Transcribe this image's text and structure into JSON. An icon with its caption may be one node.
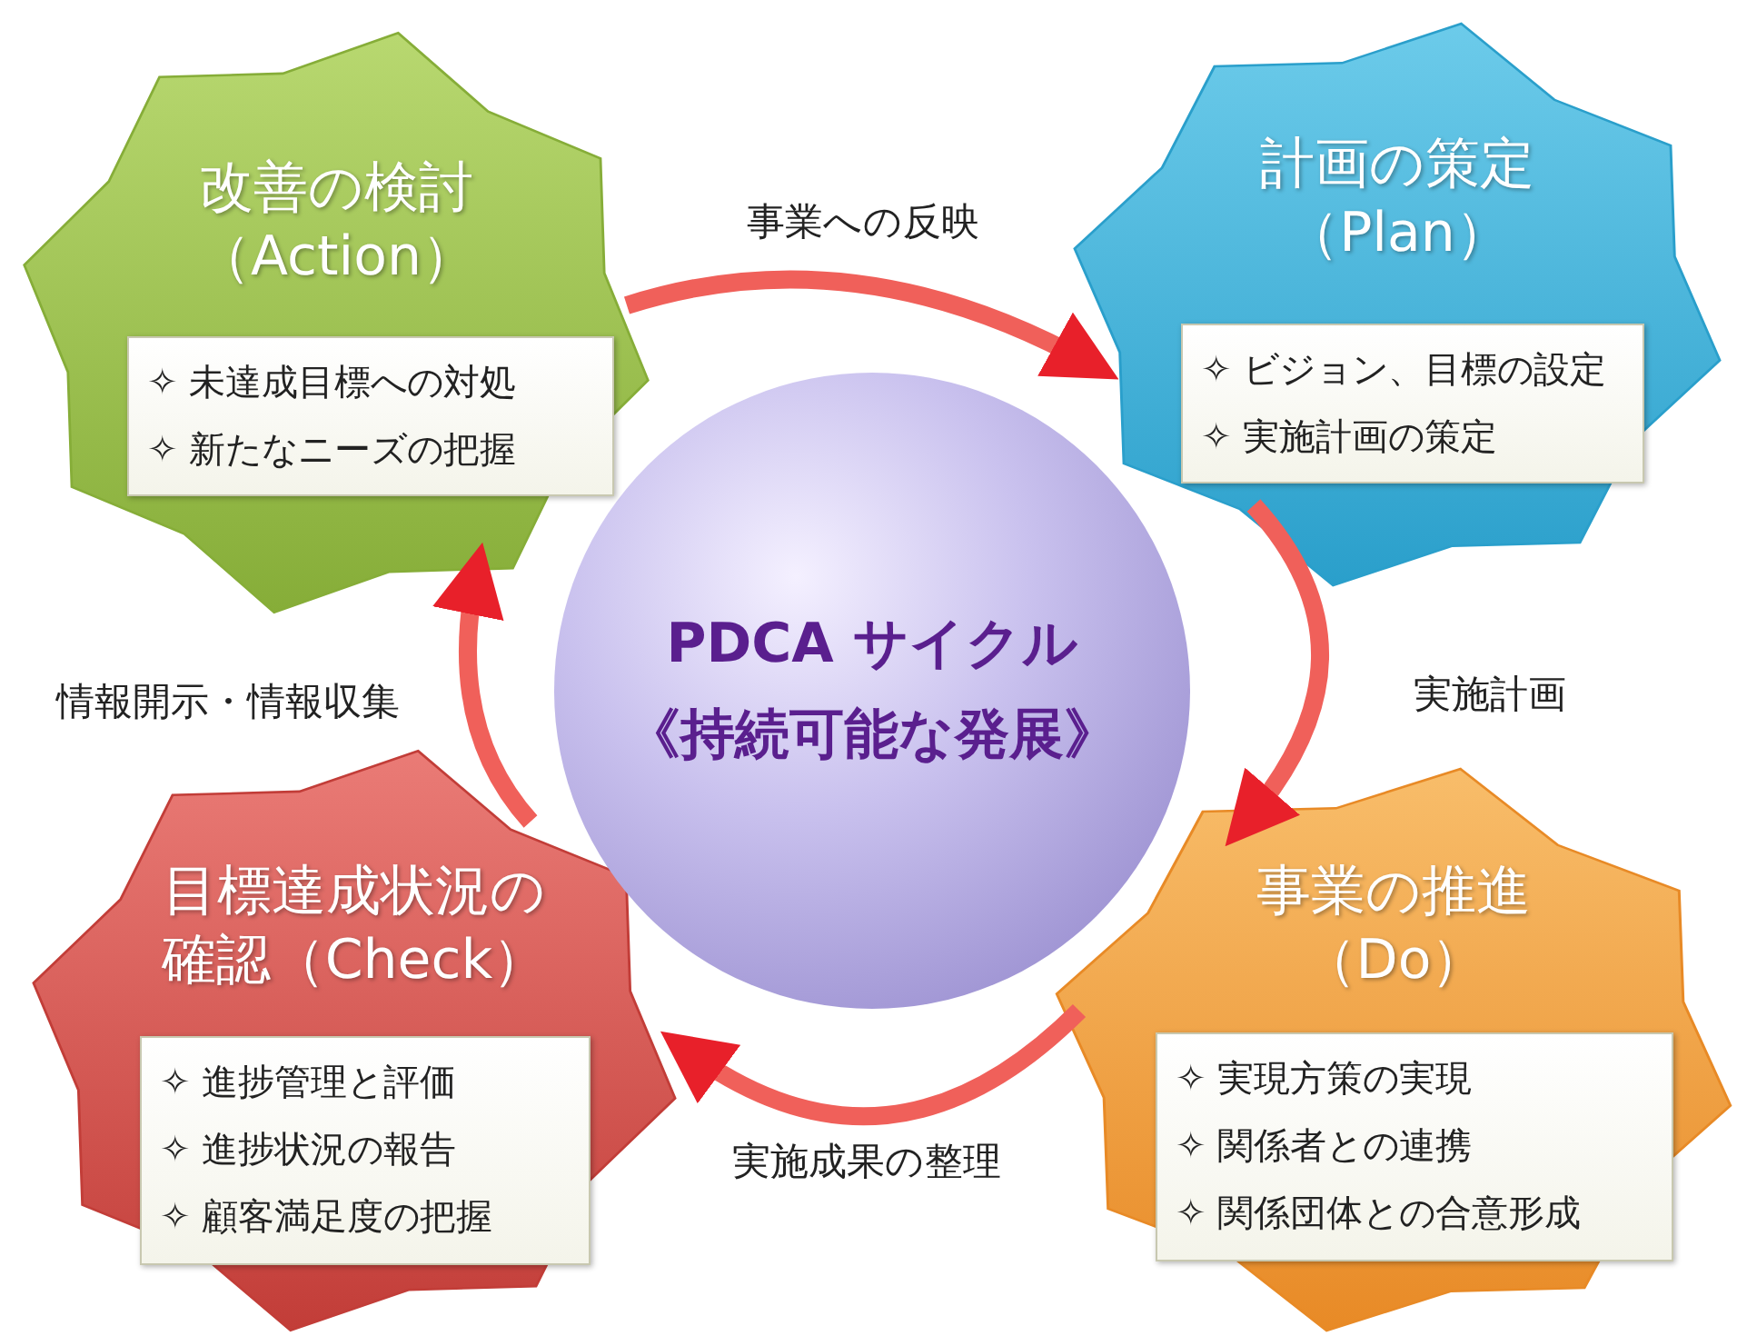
{
  "diagram": {
    "nodes": [
      {
        "text": [
          "改善の検討（Action）"
        ]
      },
      {
        "text": [
          "✧ 未達成目標への対処",
          "✧ 新たなニーズの把握"
        ],
        "in": 0
      },
      {
        "text": [
          "計画の策定（Plan）"
        ]
      },
      {
        "text": [
          "✧ ビジョン、目標の設定",
          "✧ 実施計画の策定"
        ],
        "in": 2
      },
      {
        "text": [
          "PDCA サイクル",
          "《持続可能な発展》"
        ]
      },
      {
        "text": [
          "目標達成状況の確認（Check）"
        ]
      },
      {
        "text": [
          "✧ 進捗管理と評価",
          "✧ 進捗状況の報告",
          "✧ 顧客満足度の把握"
        ],
        "in": 5
      },
      {
        "text": [
          "事業の推進（Do）"
        ]
      },
      {
        "text": [
          "✧ 実現方策の実現",
          "✧ 関係者との連携",
          "✧ 関係団体との合意形成"
        ],
        "in": 7
      }
    ],
    "edges": [
      {
        "from": 0,
        "to": 2,
        "arrow": "to",
        "label": "事業への反映"
      },
      {
        "from": 2,
        "to": 7,
        "arrow": "to",
        "label": "実施計画"
      },
      {
        "from": 7,
        "to": 5,
        "arrow": "to",
        "label": "実施成果の整理"
      },
      {
        "from": 5,
        "to": 0,
        "arrow": "to",
        "label": "情報開示・情報収集"
      }
    ]
  }
}
